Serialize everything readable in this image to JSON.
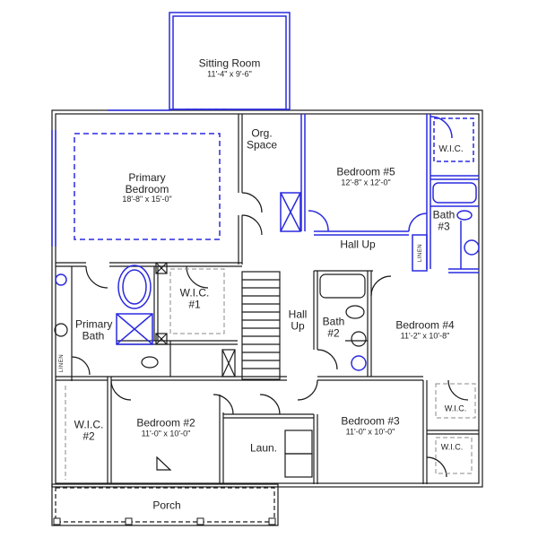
{
  "plan": {
    "colors": {
      "wall": "#1a1a1a",
      "highlight": "#2a2ae0",
      "text": "#222222",
      "dashed": "#888888",
      "background": "#ffffff"
    },
    "rooms": [
      {
        "id": "sitting-room",
        "name": "Sitting Room",
        "dims": "11'-4\" x 9'-6\""
      },
      {
        "id": "primary-bedroom",
        "name": "Primary Bedroom",
        "dims": "18'-8\" x 15'-0\""
      },
      {
        "id": "org-space",
        "name": "Org. Space",
        "dims": ""
      },
      {
        "id": "bedroom-5",
        "name": "Bedroom #5",
        "dims": "12'-8\" x 12'-0\""
      },
      {
        "id": "wic-bed5",
        "name": "W.I.C.",
        "dims": ""
      },
      {
        "id": "bath-3",
        "name": "Bath #3",
        "dims": ""
      },
      {
        "id": "hall-up-top",
        "name": "Hall Up",
        "dims": ""
      },
      {
        "id": "linen-bath3",
        "name": "LINEN",
        "dims": ""
      },
      {
        "id": "wic-1",
        "name": "W.I.C. #1",
        "dims": ""
      },
      {
        "id": "primary-bath",
        "name": "Primary Bath",
        "dims": ""
      },
      {
        "id": "linen-primary",
        "name": "LINEN",
        "dims": ""
      },
      {
        "id": "hall-up-center",
        "name": "Hall Up",
        "dims": ""
      },
      {
        "id": "bath-2",
        "name": "Bath #2",
        "dims": ""
      },
      {
        "id": "bedroom-4",
        "name": "Bedroom #4",
        "dims": "11'-2\" x 10'-8\""
      },
      {
        "id": "wic-2",
        "name": "W.I.C. #2",
        "dims": ""
      },
      {
        "id": "bedroom-2",
        "name": "Bedroom #2",
        "dims": "11'-0\" x 10'-0\""
      },
      {
        "id": "laundry",
        "name": "Laun.",
        "dims": ""
      },
      {
        "id": "bedroom-3",
        "name": "Bedroom #3",
        "dims": "11'-0\" x 10'-0\""
      },
      {
        "id": "wic-bed4",
        "name": "W.I.C.",
        "dims": ""
      },
      {
        "id": "wic-bed3",
        "name": "W.I.C.",
        "dims": ""
      },
      {
        "id": "porch",
        "name": "Porch",
        "dims": ""
      }
    ]
  }
}
